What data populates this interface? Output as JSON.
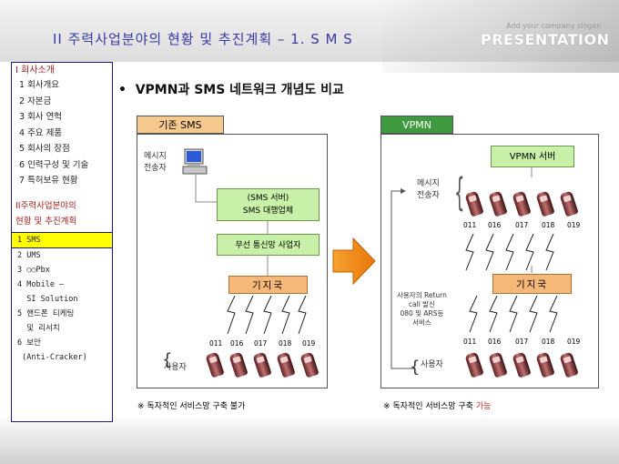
{
  "header": {
    "title": "II 주력사업분야의 현황 및 추진계획 – 1. S M S",
    "slogan": "Add your company slogan",
    "brand": "PRESENTATION"
  },
  "sidebar": {
    "section1_title": "I 회사소개",
    "section1_items": [
      "1 회사개요",
      "2 자본금",
      "3 회사 연혁",
      "4 주요 제품",
      "5 회사의 장점",
      "6 인력구성 및 기술",
      "7 특허보유 현황"
    ],
    "section2_title_line1": "II주력사업분야의",
    "section2_title_line2": "현황 및 추진계획",
    "section2_items": [
      "1 SMS",
      "2 UMS",
      "3 ○○Pbx",
      "4 Mobile –",
      "  SI Solution",
      "5 핸드폰 티케팅",
      "  및 리서치",
      "6 보안",
      " (Anti-Cracker)"
    ]
  },
  "main": {
    "bullet": "•",
    "heading": "VPMN과 SMS 네트워크 개념도 비교",
    "left": {
      "tab": "기존 SMS",
      "sender_line1": "메시지",
      "sender_line2": "전송자",
      "sms_server_line1": "(SMS 서버)",
      "sms_server_line2": "SMS 대행업체",
      "carrier": "무선 통신망 사업자",
      "base_station": "기지국",
      "numbers": [
        "011",
        "016",
        "017",
        "018",
        "019"
      ],
      "user": "사용자",
      "note": "※ 독자적인 서비스망 구축 불가"
    },
    "right": {
      "tab": "VPMN",
      "server": "VPMN 서버",
      "sender_line1": "메시지",
      "sender_line2": "전송자",
      "numbers_top": [
        "011",
        "016",
        "017",
        "018",
        "019"
      ],
      "base_station": "기지국",
      "return_line1": "사용자의 Return",
      "return_line2": "call 발신",
      "return_line3": "080 및 ARS등",
      "return_line4": "서비스",
      "numbers_bottom": [
        "011",
        "016",
        "017",
        "018",
        "019"
      ],
      "user": "사용자",
      "note_prefix": "※ 독자적인 서비스망 구축",
      "note_highlight": "가능"
    },
    "colors": {
      "left_tab": "#f6c98e",
      "right_tab": "#3f9a3f",
      "server_box": "#c9f0a8",
      "base_box": "#f6b878",
      "arrow": "#f08a10",
      "accent_title": "#3a3aa8"
    }
  }
}
